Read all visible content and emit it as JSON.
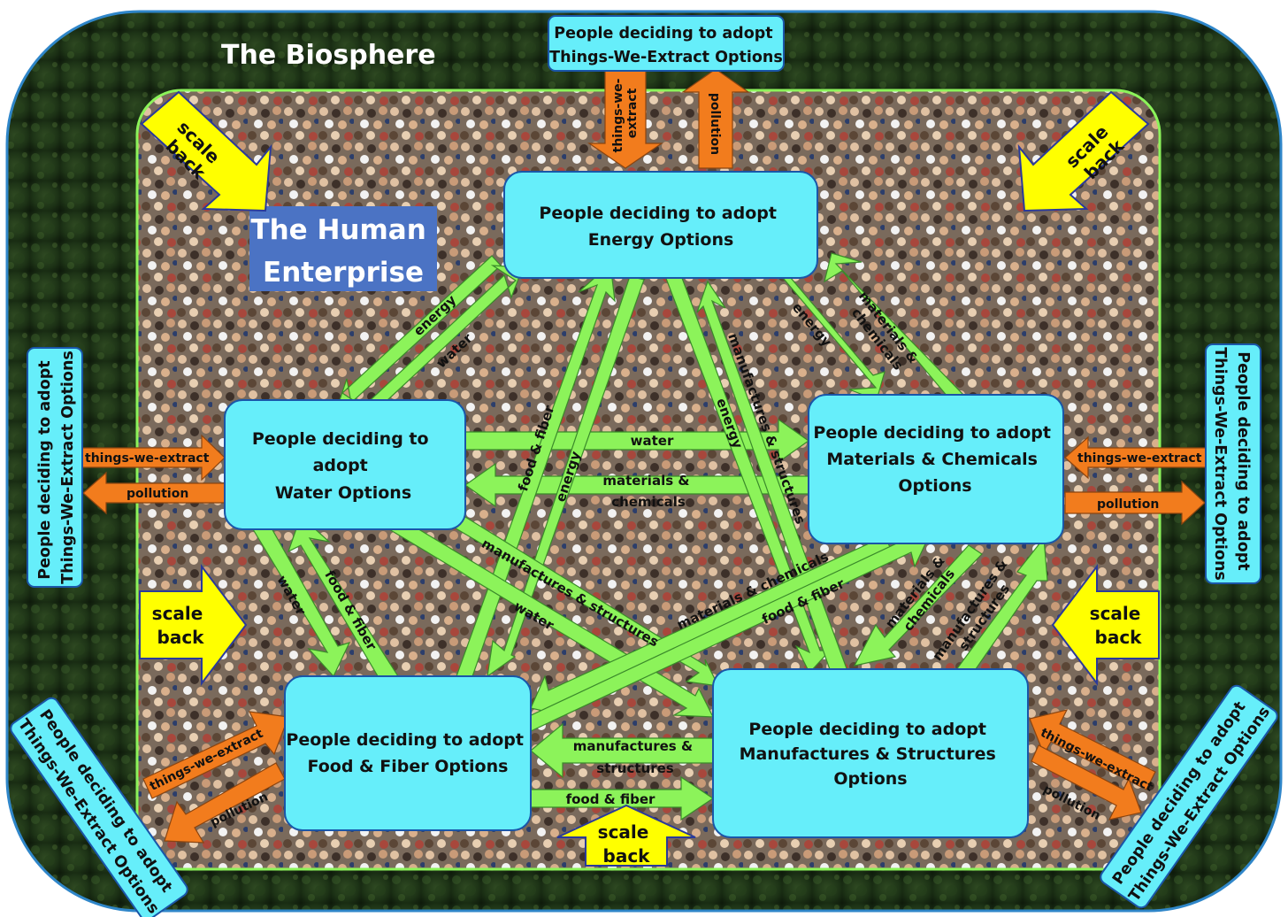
{
  "biosphere_title": "The Biosphere",
  "enterprise_title": [
    "The Human",
    "Enterprise"
  ],
  "colors": {
    "box_fill": "#66eefa",
    "arrow_green": "#8cf35a",
    "arrow_orange": "#f27c1d",
    "arrow_yellow": "#ffff00",
    "enterprise_label": "#4b73c4"
  },
  "boxes": {
    "energy": [
      "People deciding to adopt",
      "Energy Options"
    ],
    "water": [
      "People deciding to",
      "adopt",
      "Water Options"
    ],
    "materials": [
      "People deciding to adopt",
      "Materials & Chemicals",
      "Options"
    ],
    "food": [
      "People deciding to adopt",
      "Food & Fiber Options"
    ],
    "manufactures": [
      "People deciding to adopt",
      "Manufactures & Structures",
      "Options"
    ]
  },
  "extract_box": [
    "People deciding to adopt",
    "Things-We-Extract Options"
  ],
  "flows": {
    "things_we_extract": "things-we-extract",
    "things_we_extract_split": [
      "things-we-",
      "extract"
    ],
    "pollution": "pollution",
    "energy": "energy",
    "water": "water",
    "food_fiber": "food & fiber",
    "materials_chemicals": "materials & chemicals",
    "materials_split": [
      "materials &",
      "chemicals"
    ],
    "manufactures_structures": "manufactures & structures",
    "manufactures_split": [
      "manufactures &",
      "structures"
    ]
  },
  "scale_back": [
    "scale",
    "back"
  ]
}
